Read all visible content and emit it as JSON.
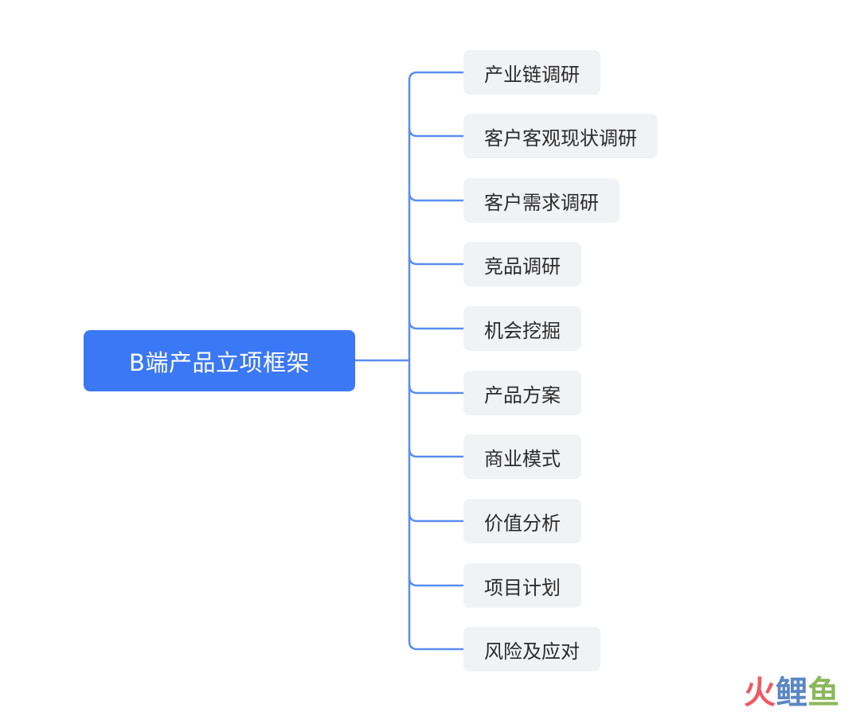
{
  "mindmap": {
    "root": {
      "label": "B端产品立项框架"
    },
    "children": [
      {
        "label": "产业链调研"
      },
      {
        "label": "客户客观现状调研"
      },
      {
        "label": "客户需求调研"
      },
      {
        "label": "竞品调研"
      },
      {
        "label": "机会挖掘"
      },
      {
        "label": "产品方案"
      },
      {
        "label": "商业模式"
      },
      {
        "label": "价值分析"
      },
      {
        "label": "项目计划"
      },
      {
        "label": "风险及应对"
      }
    ]
  },
  "watermark": {
    "chars": [
      "火",
      "鲤",
      "鱼"
    ]
  },
  "colors": {
    "root_fill": "#3b78f5",
    "connector": "#5b8df0",
    "child_fill": "#f1f2f4",
    "child_text": "#2b2b2b"
  }
}
